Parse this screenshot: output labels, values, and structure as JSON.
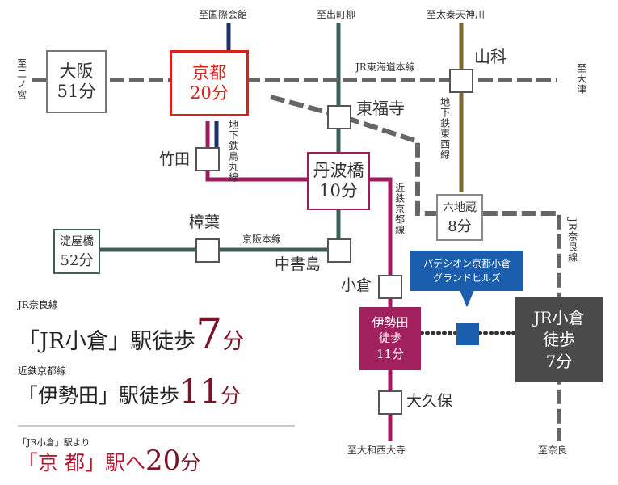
{
  "destinations": {
    "top_kokusai": "至国際会館",
    "top_demachi": "至出町柳",
    "top_uzumasa": "至太秦天神川",
    "left_ninomiya": "至二ノ宮",
    "right_otsu": "至大津",
    "bottom_yamato": "至大和西大寺",
    "bottom_nara": "至奈良"
  },
  "lines": {
    "jr_tokaido": "JR東海道本線",
    "karasuma": "地下鉄烏丸線",
    "tozai": "地下鉄東西線",
    "kintetsu": "近鉄京都線",
    "keihan": "京阪本線",
    "jr_nara": "JR奈良線"
  },
  "stations": {
    "osaka": {
      "name": "大阪",
      "time": "51分"
    },
    "kyoto": {
      "name": "京都",
      "time": "20分"
    },
    "tanbabashi": {
      "name": "丹波橋",
      "time": "10分"
    },
    "rokujizo": {
      "name": "六地蔵",
      "time": "8分"
    },
    "yodoyabashi": {
      "name": "淀屋橋",
      "time": "52分"
    },
    "jr_ogura": {
      "name": "JR小倉",
      "walk": "徒歩",
      "time": "7分"
    },
    "iseda": {
      "name": "伊勢田",
      "walk": "徒歩",
      "time": "11分"
    },
    "yamashina": "山科",
    "tofukuji": "東福寺",
    "takeda": "竹田",
    "kuzuha": "樟葉",
    "chushojima": "中書島",
    "ogura": "小倉",
    "okubo": "大久保"
  },
  "property": {
    "line1": "パデシオン京都小倉",
    "line2": "グランドヒルズ"
  },
  "access": [
    {
      "caption": "JR奈良線",
      "prefix": "「JR小倉」駅徒歩",
      "number": "7",
      "unit": "分"
    },
    {
      "caption": "近鉄京都線",
      "prefix": "「伊勢田」駅徒歩",
      "number": "11",
      "unit": "分"
    },
    {
      "caption": "「JR小倉」駅より",
      "prefix": "「京 都」駅へ",
      "number": "20",
      "unit": "分"
    }
  ],
  "colors": {
    "jr": "#666666",
    "karasuma": "#1e2f6b",
    "tozai": "#7a6a33",
    "keihan": "#3d6158",
    "kintetsu": "#a3195f",
    "kyoto_red": "#d7231e",
    "property_blue": "#1b5ead",
    "jr_ogura_box": "#4a4a4a",
    "iseda_box": "#a1215f",
    "accent_dark_red": "#7a1426"
  }
}
